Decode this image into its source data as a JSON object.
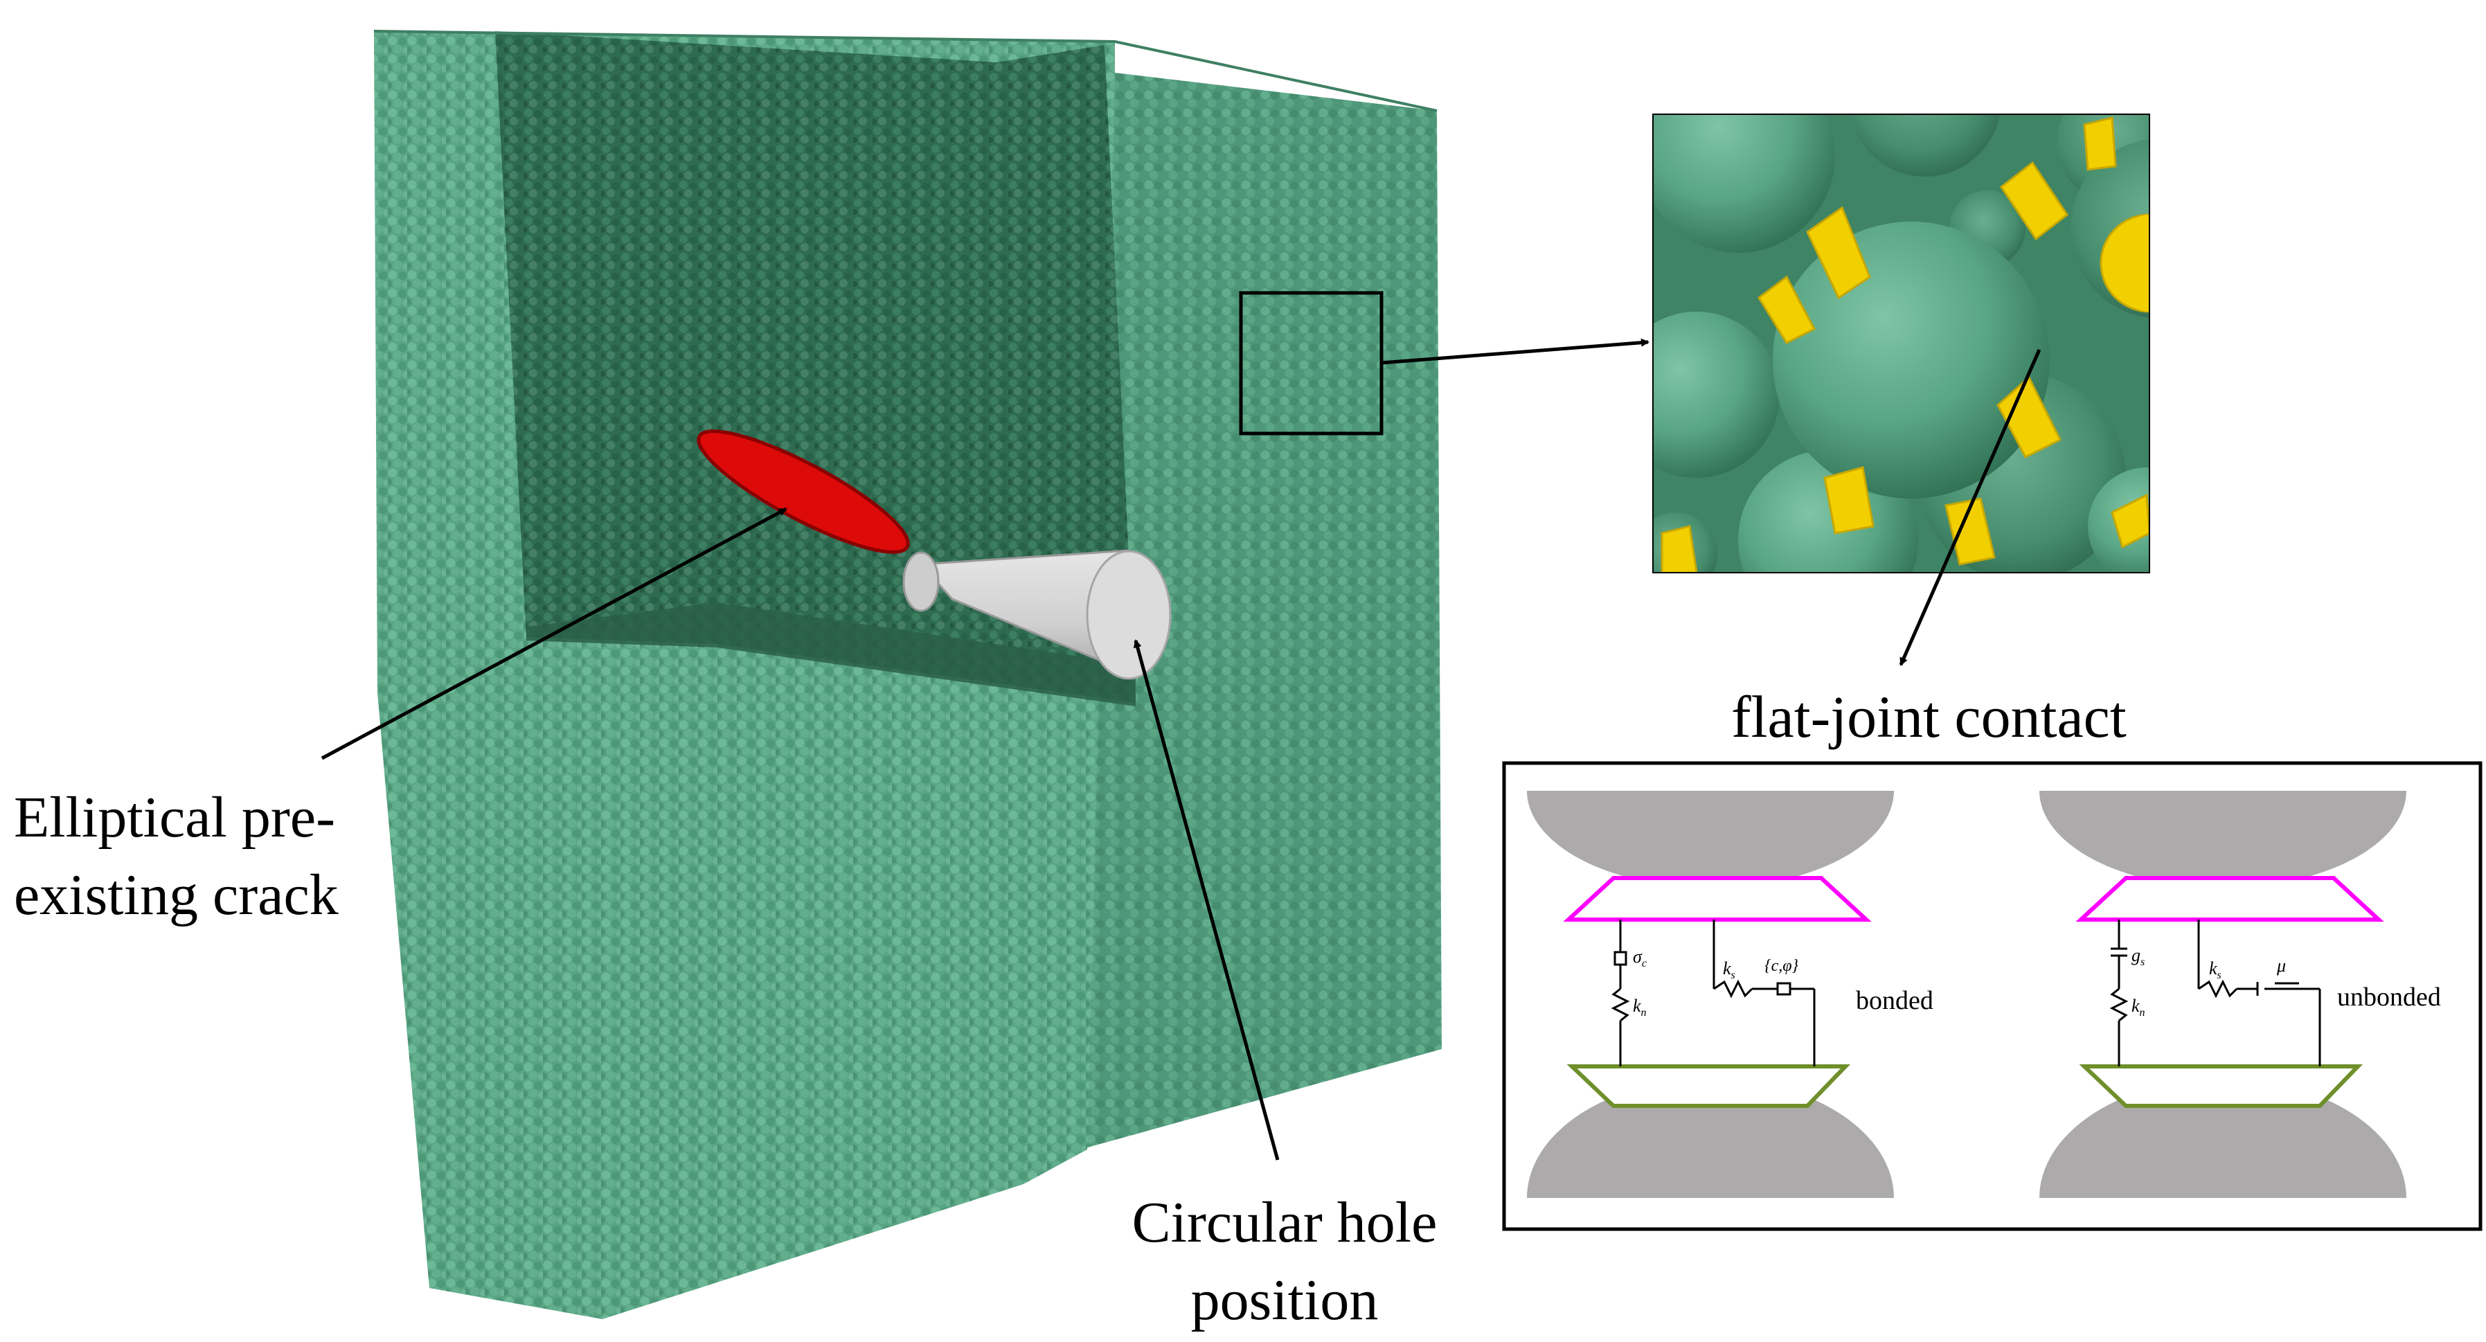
{
  "labels": {
    "elliptical_crack": [
      "Elliptical pre-",
      "existing crack"
    ],
    "circular_hole": [
      "Circular hole",
      "position"
    ],
    "flat_joint": "flat-joint contact",
    "bonded": "bonded",
    "unbonded": "unbonded"
  },
  "symbols": {
    "sigma_c": "σ",
    "sigma_c_sub": "c",
    "k_n": "k",
    "k_n_sub": "n",
    "k_s": "k",
    "k_s_sub": "s",
    "c_phi": "{c,φ}",
    "g_s": "g",
    "g_s_sub": "s",
    "mu": "μ"
  },
  "colors": {
    "particle": "#58a483",
    "particle_dark": "#3f8465",
    "cavity": "#2f6b50",
    "crack": "#dd0a0a",
    "hole": "#d6d6d6",
    "bond": "#f2cf00",
    "grain": "#acaaaa",
    "upper_notch": "#ff00ff",
    "lower_notch": "#6f8f2b"
  }
}
